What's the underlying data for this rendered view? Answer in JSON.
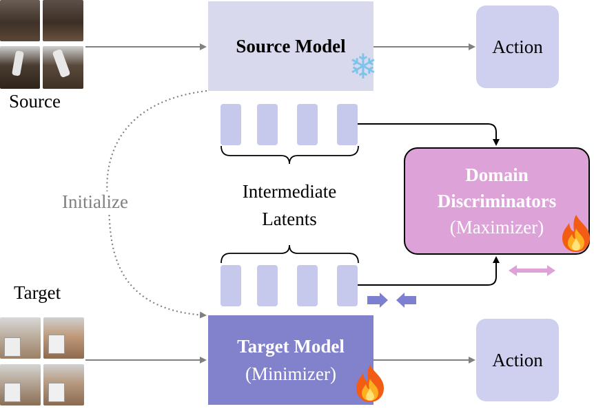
{
  "source_label": "Source",
  "target_label": "Target",
  "source_model": {
    "label": "Source Model",
    "icon": "snowflake-icon"
  },
  "target_model": {
    "label": "Target Model",
    "sublabel": "(Minimizer)",
    "icon": "fire-icon"
  },
  "action_top": "Action",
  "action_bottom": "Action",
  "latents_label": {
    "line1": "Intermediate",
    "line2": "Latents"
  },
  "initialize_label": "Initialize",
  "discriminator": {
    "line1": "Domain",
    "line2": "Discriminators",
    "line3": "(Maximizer)",
    "icon": "fire-icon"
  },
  "colors": {
    "source_model": "#d9d9ee",
    "target_model": "#8181cc",
    "action": "#cfd0f0",
    "latent": "#c6c9ec",
    "discriminator": "#dda3d8",
    "arrow_purple": "#7d7fd0",
    "arrow_pink": "#dda3d8"
  }
}
